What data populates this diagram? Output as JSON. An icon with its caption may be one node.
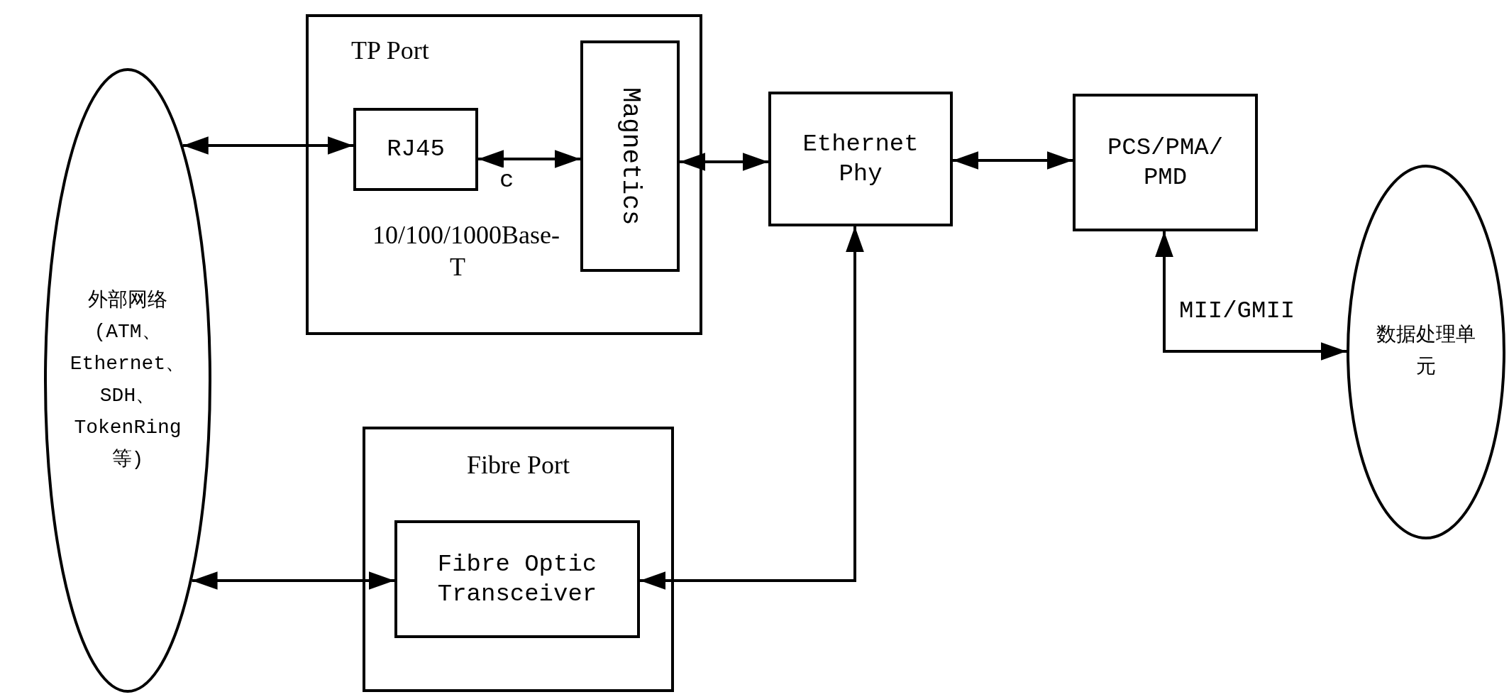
{
  "diagram": {
    "nodes": [
      {
        "text": [
          "外部网络(ATM、Ethernet、SDH、TokenRing等)"
        ]
      },
      {
        "text": [
          "TP Port",
          "10/100/1000Base-T"
        ]
      },
      {
        "text": [
          "RJ45"
        ],
        "in": 1
      },
      {
        "text": [
          "Magnetics"
        ],
        "in": 1
      },
      {
        "text": [
          "Ethernet Phy"
        ]
      },
      {
        "text": [
          "PCS/PMA/PMD"
        ]
      },
      {
        "text": [
          "数据处理单元"
        ]
      },
      {
        "text": [
          "Fibre Port"
        ]
      },
      {
        "text": [
          "Fibre Optic Transceiver"
        ],
        "in": 7
      }
    ],
    "edges": [
      {
        "from": 0,
        "to": 2,
        "arrow": "both"
      },
      {
        "from": 2,
        "to": 3,
        "arrow": "both",
        "label": "c"
      },
      {
        "from": 3,
        "to": 4,
        "arrow": "both"
      },
      {
        "from": 4,
        "to": 5,
        "arrow": "both"
      },
      {
        "from": 5,
        "to": 6,
        "arrow": "both",
        "label": "MII/GMII"
      },
      {
        "from": 0,
        "to": 8,
        "arrow": "both"
      },
      {
        "from": 8,
        "to": 4,
        "arrow": "both"
      }
    ]
  }
}
